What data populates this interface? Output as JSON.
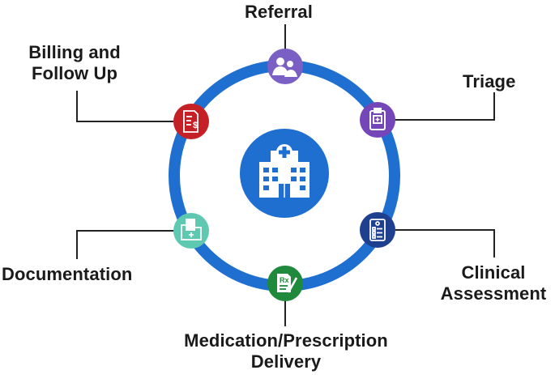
{
  "diagram": {
    "center": {
      "icon": "hospital-icon"
    },
    "steps": [
      {
        "id": "referral",
        "label": "Referral",
        "icon": "patient-group-icon",
        "color": "#7a5fc4"
      },
      {
        "id": "triage",
        "label": "Triage",
        "icon": "clipboard-icon",
        "color": "#7446b8"
      },
      {
        "id": "clinical",
        "label": "Clinical Assessment",
        "label_lines": [
          "Clinical",
          "Assessment"
        ],
        "icon": "checklist-icon",
        "color": "#1f3f8f"
      },
      {
        "id": "medication",
        "label": "Medication/Prescription Delivery",
        "label_lines": [
          "Medication/Prescription",
          "Delivery"
        ],
        "icon": "prescription-icon",
        "color": "#1f8a3c"
      },
      {
        "id": "documentation",
        "label": "Documentation",
        "icon": "folder-icon",
        "color": "#5ec9b0"
      },
      {
        "id": "billing",
        "label": "Billing and Follow Up",
        "label_lines": [
          "Billing and",
          "Follow Up"
        ],
        "icon": "invoice-icon",
        "color": "#c42026"
      }
    ],
    "colors": {
      "ring": "#1f6fd1",
      "hub": "#1f6fd1",
      "connector": "#222222"
    }
  }
}
